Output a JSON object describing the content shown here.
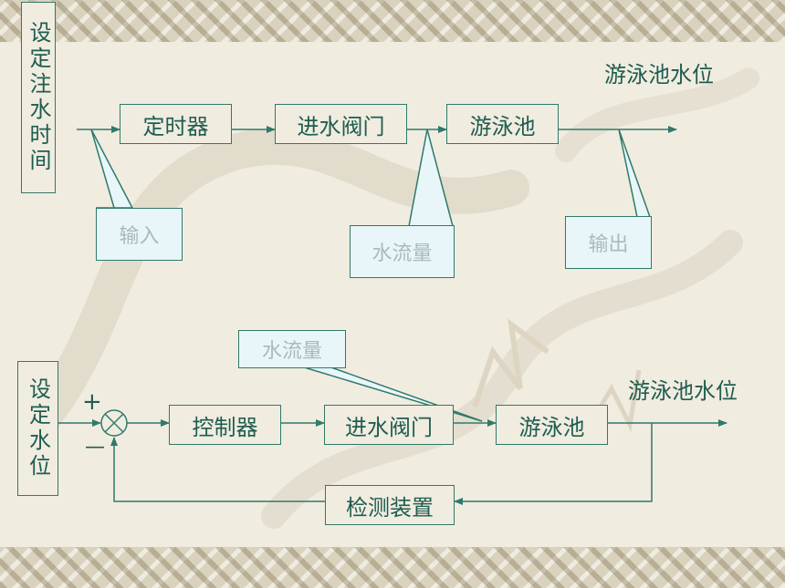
{
  "top_diagram": {
    "input_vertical": "设定注水时间",
    "blocks": [
      "定时器",
      "进水阀门",
      "游泳池"
    ],
    "output_label": "游泳池水位",
    "callouts": {
      "input": "输入",
      "flow": "水流量",
      "output": "输出"
    }
  },
  "bottom_diagram": {
    "input_vertical": "设定水位",
    "plus_sign": "+",
    "minus_sign": "—",
    "sum_symbol": "⊗",
    "blocks": [
      "控制器",
      "进水阀门",
      "游泳池"
    ],
    "feedback_block": "检测装置",
    "output_label": "游泳池水位",
    "flow_callout": "水流量"
  },
  "colors": {
    "line": "#2f7a6a",
    "text": "#1e5d50",
    "callout_fill": "#e8f6fa",
    "callout_text": "#a9b9bd"
  }
}
